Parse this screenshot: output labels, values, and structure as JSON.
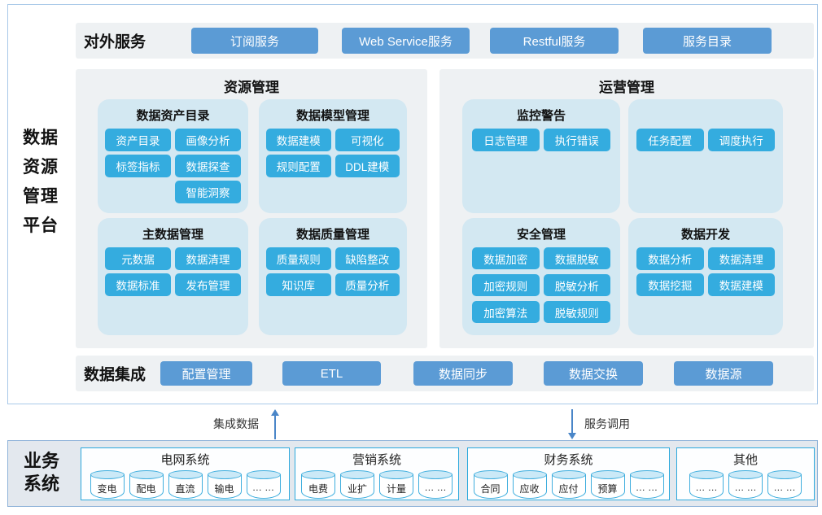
{
  "colors": {
    "accent_blue": "#5B9BD5",
    "accent_cyan": "#34ACDF",
    "section_bg": "#D3E8F2",
    "panel_bg": "#EEF1F3",
    "business_bg": "#E3E8EE"
  },
  "platform": {
    "side_label": [
      "数据",
      "资源",
      "管理",
      "平台"
    ]
  },
  "services": {
    "label": "对外服务",
    "buttons": [
      "订阅服务",
      "Web Service服务",
      "Restful服务",
      "服务目录"
    ]
  },
  "resource": {
    "title": "资源管理",
    "asset": {
      "title": "数据资产目录",
      "buttons": [
        "资产目录",
        "画像分析",
        "标签指标",
        "数据探查",
        "智能洞察"
      ]
    },
    "model": {
      "title": "数据模型管理",
      "buttons": [
        "数据建模",
        "可视化",
        "规则配置",
        "DDL建模"
      ]
    },
    "master": {
      "title": "主数据管理",
      "buttons": [
        "元数据",
        "数据清理",
        "数据标准",
        "发布管理"
      ]
    },
    "quality": {
      "title": "数据质量管理",
      "buttons": [
        "质量规则",
        "缺陷整改",
        "知识库",
        "质量分析"
      ]
    }
  },
  "operation": {
    "title": "运营管理",
    "monitor": {
      "title": "监控警告",
      "buttons": [
        "日志管理",
        "执行错误"
      ]
    },
    "schedule": {
      "buttons": [
        "任务配置",
        "调度执行"
      ]
    },
    "security": {
      "title": "安全管理",
      "buttons": [
        "数据加密",
        "数据脱敏",
        "加密规则",
        "脱敏分析",
        "加密算法",
        "脱敏规则"
      ]
    },
    "develop": {
      "title": "数据开发",
      "buttons": [
        "数据分析",
        "数据清理",
        "数据挖掘",
        "数据建模"
      ]
    }
  },
  "integration": {
    "label": "数据集成",
    "buttons": [
      "配置管理",
      "ETL",
      "数据同步",
      "数据交换",
      "数据源"
    ]
  },
  "flows": {
    "up_label": "集成数据",
    "down_label": "服务调用"
  },
  "business": {
    "label": [
      "业务",
      "系统"
    ],
    "systems": [
      {
        "title": "电网系统",
        "databases": [
          "变电",
          "配电",
          "直流",
          "输电",
          "… …"
        ]
      },
      {
        "title": "营销系统",
        "databases": [
          "电费",
          "业扩",
          "计量",
          "… …"
        ]
      },
      {
        "title": "财务系统",
        "databases": [
          "合同",
          "应收",
          "应付",
          "预算",
          "… …"
        ]
      },
      {
        "title": "其他",
        "databases": [
          "… …",
          "… …",
          "… …"
        ]
      }
    ]
  }
}
